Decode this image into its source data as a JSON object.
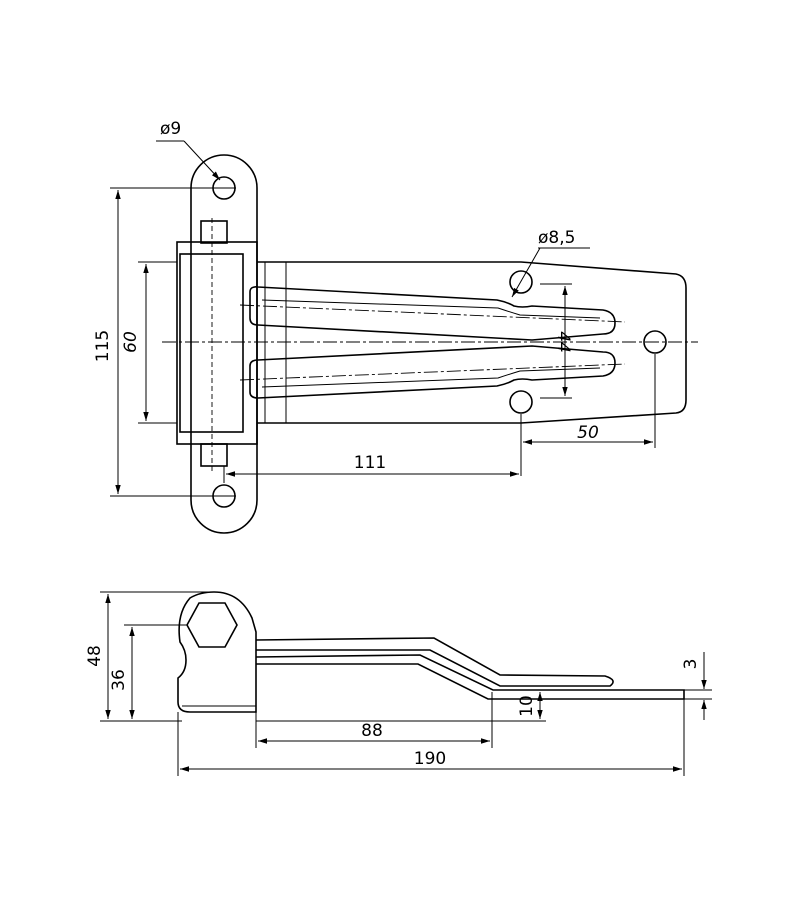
{
  "top_view": {
    "hole_small_label": "ø9",
    "hole_large_label": "ø8,5",
    "dim_height_overall": "115",
    "dim_height_plate": "60",
    "dim_slot_spacing": "44",
    "dim_hole_offset": "50",
    "dim_length_to_holes": "111"
  },
  "side_view": {
    "dim_height_overall": "48",
    "dim_height_pin": "36",
    "dim_thickness": "3",
    "dim_step": "10",
    "dim_length_short": "88",
    "dim_length_overall": "190"
  }
}
